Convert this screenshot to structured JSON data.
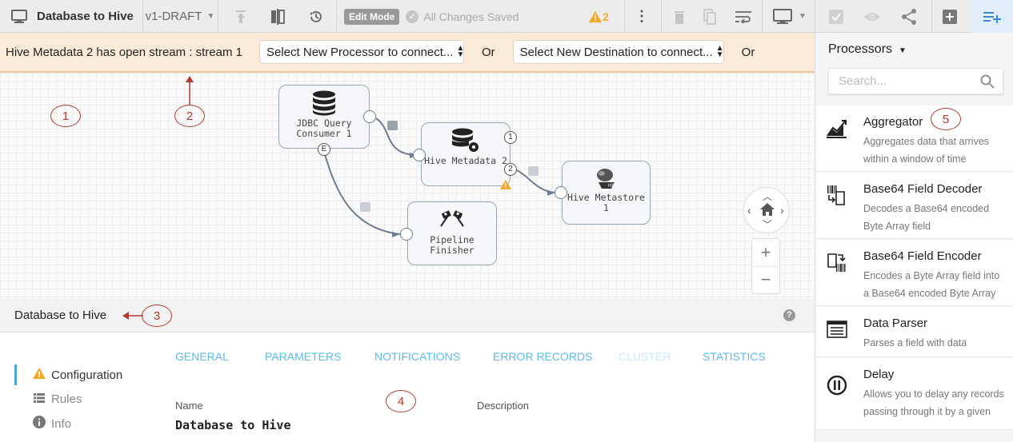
{
  "toolbar": {
    "pipeline_title": "Database to Hive",
    "version": "v1-DRAFT",
    "edit_mode": "Edit Mode",
    "saved_status": "All Changes Saved",
    "warning_count": "2"
  },
  "banner": {
    "message": "Hive Metadata 2 has open stream : stream 1",
    "processor_select": "Select New Processor to connect...",
    "or_1": "Or",
    "destination_select": "Select New Destination to connect...",
    "or_2": "Or"
  },
  "canvas": {
    "nodes": [
      {
        "label_line1": "JDBC Query",
        "label_line2": "Consumer 1"
      },
      {
        "label_line1": "Hive Metadata 2",
        "label_line2": ""
      },
      {
        "label_line1": "Hive Metastore",
        "label_line2": "1"
      },
      {
        "label_line1": "Pipeline",
        "label_line2": "Finisher"
      }
    ],
    "event_port": "E",
    "stream_1": "1",
    "stream_2": "2",
    "zoom_in": "+",
    "zoom_out": "−"
  },
  "callouts": [
    "1",
    "2",
    "3",
    "4",
    "5"
  ],
  "panel": {
    "title": "Database to Hive",
    "side_nav": [
      "Configuration",
      "Rules",
      "Info"
    ],
    "tabs": [
      "GENERAL",
      "PARAMETERS",
      "NOTIFICATIONS",
      "ERROR RECORDS",
      "CLUSTER",
      "STATISTICS"
    ],
    "name_label": "Name",
    "name_value": "Database to Hive",
    "description_label": "Description"
  },
  "library": {
    "header": "Processors",
    "search_placeholder": "Search...",
    "items": [
      {
        "name": "Aggregator",
        "desc": "Aggregates data that arrives within a window of time"
      },
      {
        "name": "Base64 Field Decoder",
        "desc": "Decodes a Base64 encoded Byte Array field"
      },
      {
        "name": "Base64 Field Encoder",
        "desc": "Encodes a Byte Array field into a Base64 encoded Byte Array"
      },
      {
        "name": "Data Parser",
        "desc": "Parses a field with data"
      },
      {
        "name": "Delay",
        "desc": "Allows you to delay any records passing through it by a given"
      }
    ]
  },
  "colors": {
    "accent": "#3a86d8",
    "warning": "#f5a623",
    "banner_bg": "#fcebd9",
    "callout": "#b03a2e",
    "tab": "#5bbbee"
  }
}
